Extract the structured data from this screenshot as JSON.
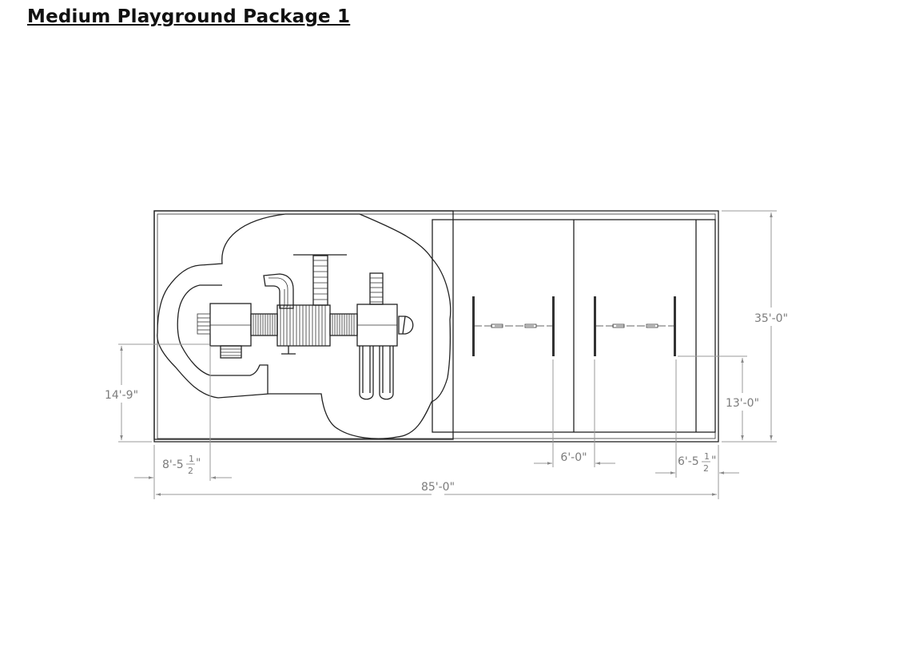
{
  "title": "Medium Playground Package 1",
  "dimensions": {
    "overall_width": "85'-0\"",
    "overall_depth": "35'-0\"",
    "play_offset_vertical": "14'-9\"",
    "play_offset_horizontal": {
      "whole": "8'-5",
      "num": "1",
      "den": "2",
      "unit": "\""
    },
    "swing_gap": "6'-0\"",
    "swing_right_offset": {
      "whole": "6'-5",
      "num": "1",
      "den": "2",
      "unit": "\""
    },
    "swing_vertical_offset": "13'-0\""
  }
}
